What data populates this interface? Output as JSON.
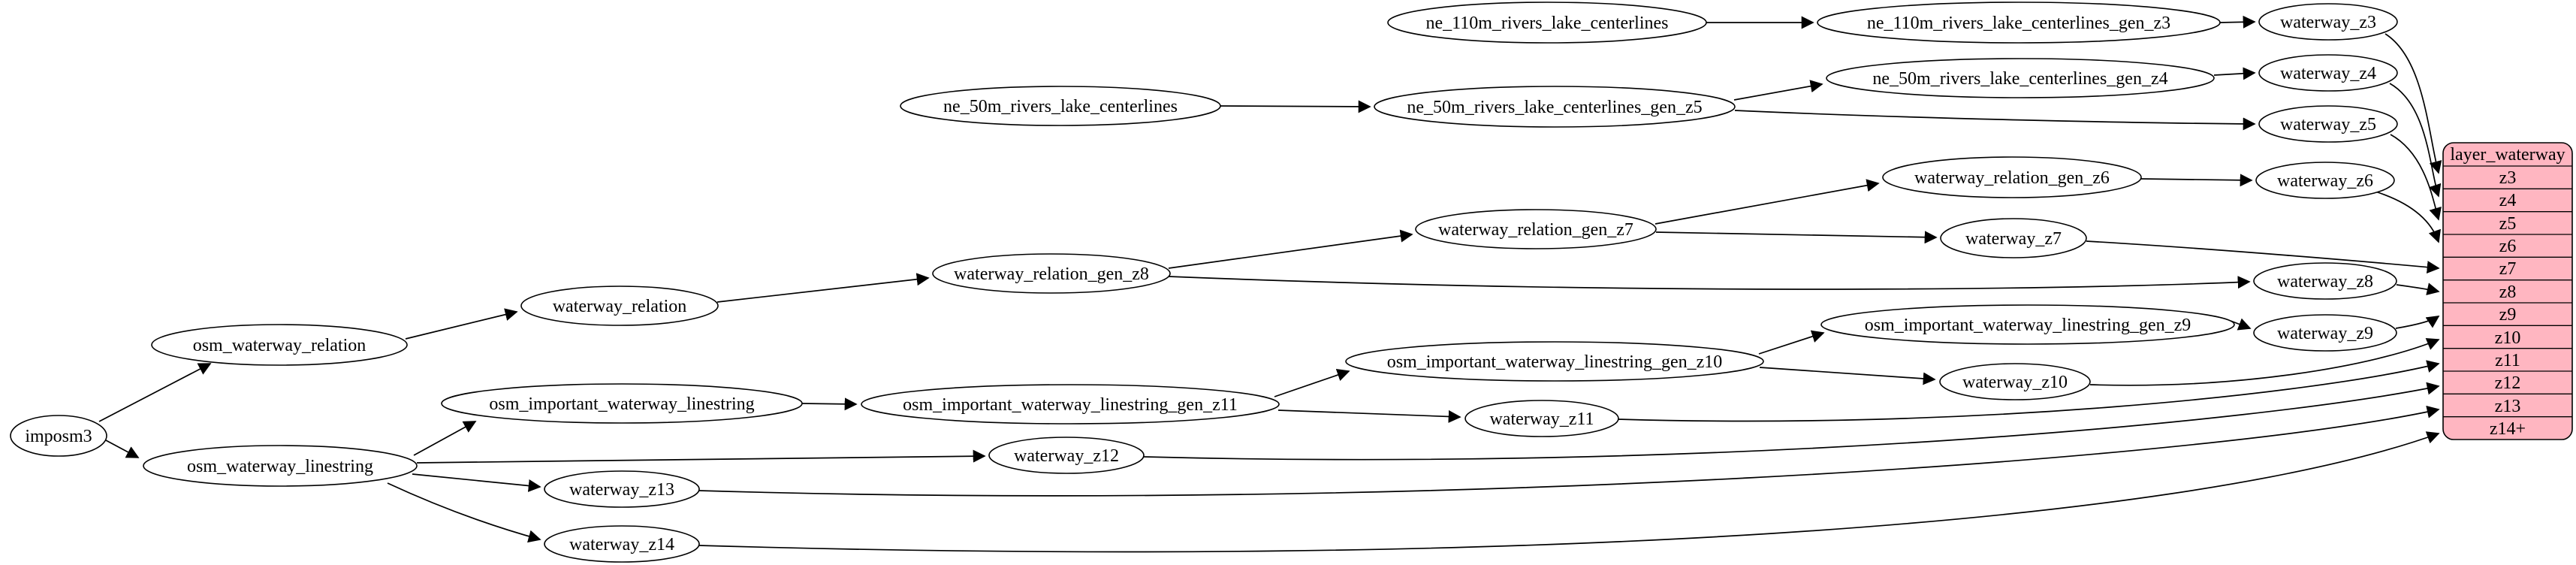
{
  "diagram": {
    "kind": "dependency-graph",
    "colors": {
      "node_fill": "#ffffff",
      "table_fill": "#ffb6c1",
      "stroke": "#000000"
    },
    "nodes": {
      "imposm3": "imposm3",
      "osm_waterway_relation": "osm_waterway_relation",
      "osm_waterway_linestring": "osm_waterway_linestring",
      "waterway_relation": "waterway_relation",
      "waterway_relation_gen_z8": "waterway_relation_gen_z8",
      "waterway_relation_gen_z7": "waterway_relation_gen_z7",
      "waterway_relation_gen_z6": "waterway_relation_gen_z6",
      "ne_110m_rivers_lake_centerlines": "ne_110m_rivers_lake_centerlines",
      "ne_110m_rivers_lake_centerlines_gen_z3": "ne_110m_rivers_lake_centerlines_gen_z3",
      "ne_50m_rivers_lake_centerlines": "ne_50m_rivers_lake_centerlines",
      "ne_50m_rivers_lake_centerlines_gen_z5": "ne_50m_rivers_lake_centerlines_gen_z5",
      "ne_50m_rivers_lake_centerlines_gen_z4": "ne_50m_rivers_lake_centerlines_gen_z4",
      "osm_important_waterway_linestring": "osm_important_waterway_linestring",
      "osm_important_waterway_linestring_gen_z11": "osm_important_waterway_linestring_gen_z11",
      "osm_important_waterway_linestring_gen_z10": "osm_important_waterway_linestring_gen_z10",
      "osm_important_waterway_linestring_gen_z9": "osm_important_waterway_linestring_gen_z9",
      "waterway_z3": "waterway_z3",
      "waterway_z4": "waterway_z4",
      "waterway_z5": "waterway_z5",
      "waterway_z6": "waterway_z6",
      "waterway_z7": "waterway_z7",
      "waterway_z8": "waterway_z8",
      "waterway_z9": "waterway_z9",
      "waterway_z10": "waterway_z10",
      "waterway_z11": "waterway_z11",
      "waterway_z12": "waterway_z12",
      "waterway_z13": "waterway_z13",
      "waterway_z14": "waterway_z14"
    },
    "table": {
      "title": "layer_waterway",
      "rows": [
        "z3",
        "z4",
        "z5",
        "z6",
        "z7",
        "z8",
        "z9",
        "z10",
        "z11",
        "z12",
        "z13",
        "z14+"
      ]
    },
    "edges": [
      "imposm3 -> osm_waterway_relation",
      "imposm3 -> osm_waterway_linestring",
      "osm_waterway_relation -> waterway_relation",
      "waterway_relation -> waterway_relation_gen_z8",
      "waterway_relation_gen_z8 -> waterway_relation_gen_z7",
      "waterway_relation_gen_z8 -> waterway_z8",
      "waterway_relation_gen_z7 -> waterway_relation_gen_z6",
      "waterway_relation_gen_z7 -> waterway_z7",
      "waterway_relation_gen_z6 -> waterway_z6",
      "ne_110m_rivers_lake_centerlines -> ne_110m_rivers_lake_centerlines_gen_z3",
      "ne_110m_rivers_lake_centerlines_gen_z3 -> waterway_z3",
      "ne_50m_rivers_lake_centerlines -> ne_50m_rivers_lake_centerlines_gen_z5",
      "ne_50m_rivers_lake_centerlines_gen_z5 -> ne_50m_rivers_lake_centerlines_gen_z4",
      "ne_50m_rivers_lake_centerlines_gen_z5 -> waterway_z5",
      "ne_50m_rivers_lake_centerlines_gen_z4 -> waterway_z4",
      "osm_waterway_linestring -> osm_important_waterway_linestring",
      "osm_waterway_linestring -> waterway_z12",
      "osm_waterway_linestring -> waterway_z13",
      "osm_waterway_linestring -> waterway_z14",
      "osm_important_waterway_linestring -> osm_important_waterway_linestring_gen_z11",
      "osm_important_waterway_linestring_gen_z11 -> osm_important_waterway_linestring_gen_z10",
      "osm_important_waterway_linestring_gen_z11 -> waterway_z11",
      "osm_important_waterway_linestring_gen_z10 -> osm_important_waterway_linestring_gen_z9",
      "osm_important_waterway_linestring_gen_z10 -> waterway_z10",
      "osm_important_waterway_linestring_gen_z9 -> waterway_z9",
      "waterway_z3 -> layer_waterway:z3",
      "waterway_z4 -> layer_waterway:z4",
      "waterway_z5 -> layer_waterway:z5",
      "waterway_z6 -> layer_waterway:z6",
      "waterway_z7 -> layer_waterway:z7",
      "waterway_z8 -> layer_waterway:z8",
      "waterway_z9 -> layer_waterway:z9",
      "waterway_z10 -> layer_waterway:z10",
      "waterway_z11 -> layer_waterway:z11",
      "waterway_z12 -> layer_waterway:z12",
      "waterway_z13 -> layer_waterway:z13",
      "waterway_z14 -> layer_waterway:z14+"
    ]
  }
}
